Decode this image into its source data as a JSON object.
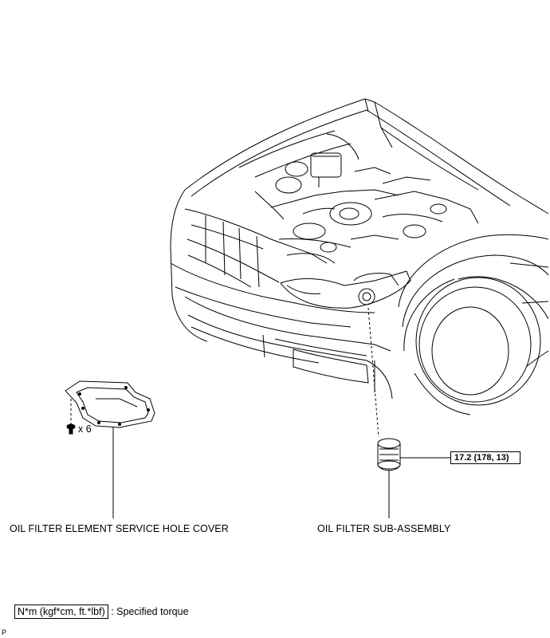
{
  "labels": {
    "service_hole_cover": "OIL FILTER ELEMENT SERVICE HOLE COVER",
    "oil_filter": "OIL FILTER SUB-ASSEMBLY"
  },
  "torque": {
    "oil_filter": "17.2 (178, 13)"
  },
  "bolt_quantity": "x 6",
  "legend": {
    "unit_box": "N*m (kgf*cm, ft.*lbf)",
    "description": ": Specified torque"
  },
  "corner_code": "P"
}
